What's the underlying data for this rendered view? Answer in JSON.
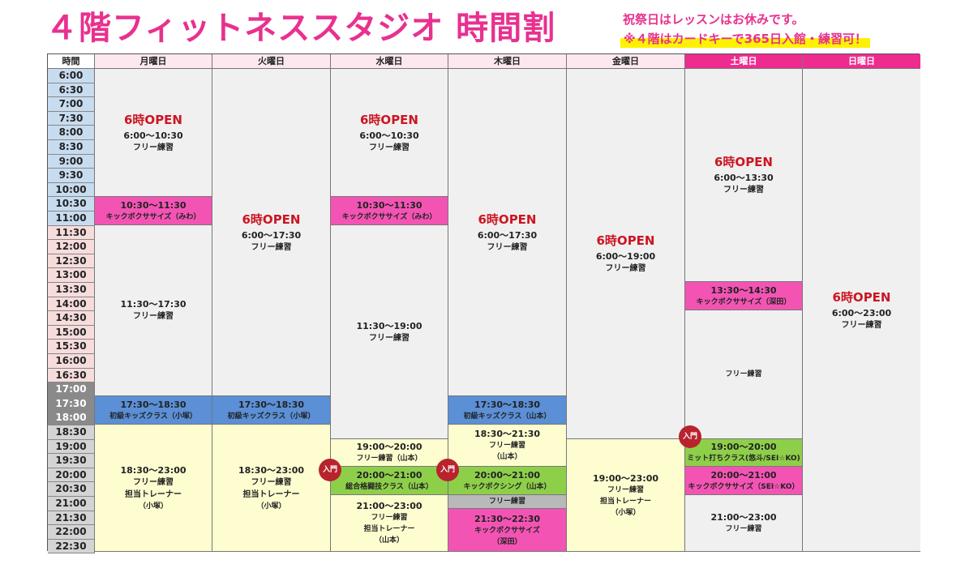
{
  "header": {
    "title": "４階フィットネススタジオ 時間割",
    "note1": "祝祭日はレッスンはお休みです。",
    "note2": "※４階はカードキーで365日入館・練習可！"
  },
  "columns": {
    "time": "時間",
    "mon": "月曜日",
    "tue": "火曜日",
    "wed": "水曜日",
    "thu": "木曜日",
    "fri": "金曜日",
    "sat": "土曜日",
    "sun": "日曜日"
  },
  "times": [
    "6:00",
    "6:30",
    "7:00",
    "7:30",
    "8:00",
    "8:30",
    "9:00",
    "9:30",
    "10:00",
    "10:30",
    "11:00",
    "11:30",
    "12:00",
    "12:30",
    "13:00",
    "13:30",
    "14:00",
    "14:30",
    "15:00",
    "15:30",
    "16:00",
    "16:30",
    "17:00",
    "17:30",
    "18:00",
    "18:30",
    "19:00",
    "19:30",
    "20:00",
    "20:30",
    "21:00",
    "21:30",
    "22:00",
    "22:30"
  ],
  "blocks": {
    "mon_free_morning": {
      "big": "6時OPEN",
      "time": "6:00〜10:30",
      "label": "フリー練習"
    },
    "mon_kick": {
      "time": "10:30〜11:30",
      "label": "キックボクササイズ（みわ）"
    },
    "mon_free_mid": {
      "time": "11:30〜17:30",
      "label": "フリー練習"
    },
    "mon_kids": {
      "time": "17:30〜18:30",
      "label": "初級キッズクラス（小塚）"
    },
    "mon_evening": {
      "time": "18:30〜23:00",
      "label": "フリー練習",
      "trainer": "担当トレーナー",
      "name": "（小塚）"
    },
    "tue_free": {
      "big": "6時OPEN",
      "time": "6:00〜17:30",
      "label": "フリー練習"
    },
    "tue_kids": {
      "time": "17:30〜18:30",
      "label": "初級キッズクラス（小塚）"
    },
    "tue_evening": {
      "time": "18:30〜23:00",
      "label": "フリー練習",
      "trainer": "担当トレーナー",
      "name": "（小塚）"
    },
    "wed_free_morning": {
      "big": "6時OPEN",
      "time": "6:00〜10:30",
      "label": "フリー練習"
    },
    "wed_kick": {
      "time": "10:30〜11:30",
      "label": "キックボクササイズ（みわ）"
    },
    "wed_free_mid": {
      "time": "11:30〜19:00",
      "label": "フリー練習"
    },
    "wed_free_19": {
      "time": "19:00〜20:00",
      "label": "フリー練習（山本）"
    },
    "wed_mma": {
      "time": "20:00〜21:00",
      "label": "総合格闘技クラス（山本）"
    },
    "wed_night": {
      "time": "21:00〜23:00",
      "label": "フリー練習",
      "trainer": "担当トレーナー",
      "name": "（山本）"
    },
    "thu_free": {
      "big": "6時OPEN",
      "time": "6:00〜17:30",
      "label": "フリー練習"
    },
    "thu_kids": {
      "time": "17:30〜18:30",
      "label": "初級キッズクラス（山本）"
    },
    "thu_free_1830": {
      "time": "18:30〜21:30",
      "label": "フリー練習",
      "name": "（山本）"
    },
    "thu_kickboxing": {
      "time": "20:00〜21:00",
      "label": "キックボクシング（山本）"
    },
    "thu_free_21": {
      "label": "フリー練習"
    },
    "thu_kick_night": {
      "time": "21:30〜22:30",
      "label": "キックボクササイズ",
      "name": "（深田）"
    },
    "fri_free": {
      "big": "6時OPEN",
      "time": "6:00〜19:00",
      "label": "フリー練習"
    },
    "fri_evening": {
      "time": "19:00〜23:00",
      "label": "フリー練習",
      "trainer": "担当トレーナー",
      "name": "（小塚）"
    },
    "sat_free_morning": {
      "big": "6時OPEN",
      "time": "6:00〜13:30",
      "label": "フリー練習"
    },
    "sat_kick": {
      "time": "13:30〜14:30",
      "label": "キックボクササイズ（深田）"
    },
    "sat_free_mid": {
      "label": "フリー練習"
    },
    "sat_mitt": {
      "time": "19:00〜20:00",
      "label": "ミット打ちクラス(悠斗/SEI☆KO)"
    },
    "sat_kick_night": {
      "time": "20:00〜21:00",
      "label": "キックボクササイズ（SEI☆KO）"
    },
    "sat_night": {
      "time": "21:00〜23:00",
      "label": "フリー練習"
    },
    "sun_free": {
      "big": "6時OPEN",
      "time": "6:00〜23:00",
      "label": "フリー練習"
    }
  },
  "badge": "入門",
  "colors": {
    "title": "#e8318f",
    "open": "#cc1522",
    "pink": "#f354b4",
    "blue": "#5b8fd6",
    "yellow": "#fdfdd0",
    "green": "#8ecf4a",
    "badge": "#b8232e"
  }
}
